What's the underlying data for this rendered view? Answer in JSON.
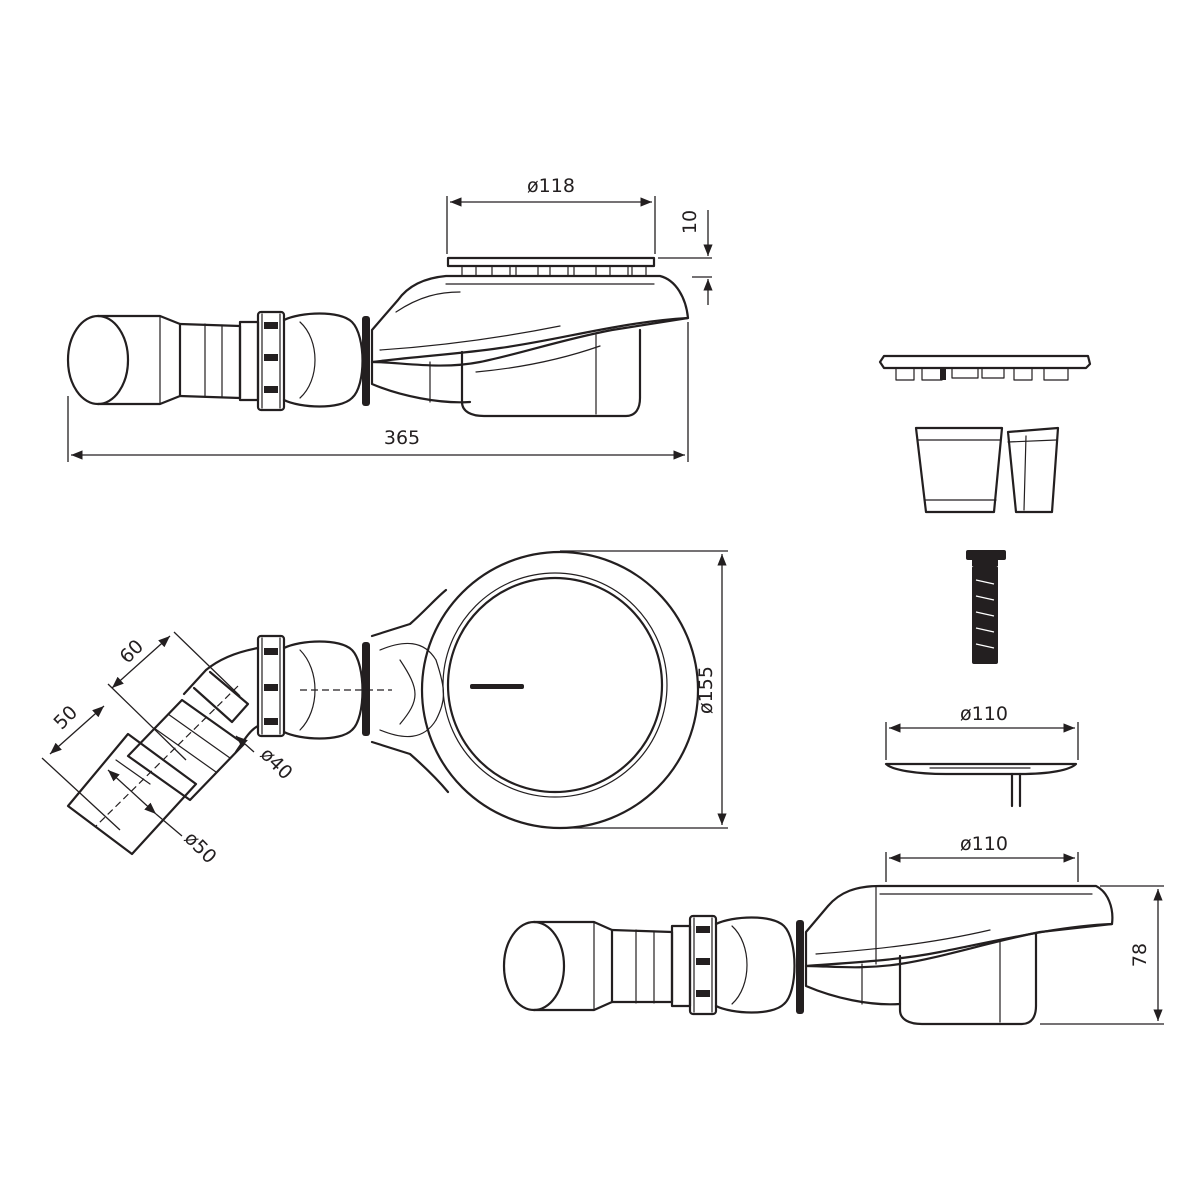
{
  "dimensions": {
    "top_grate_diameter": "ø118",
    "top_grate_height": "10",
    "overall_length": "365",
    "body_diameter": "ø155",
    "elbow_length_a": "60",
    "elbow_length_b": "50",
    "pipe_diameter_small": "ø40",
    "pipe_diameter_large": "ø50",
    "cover_diameter": "ø110",
    "low_grate_diameter": "ø110",
    "low_height": "78"
  },
  "colors": {
    "line": "#231f20",
    "background": "#ffffff"
  }
}
